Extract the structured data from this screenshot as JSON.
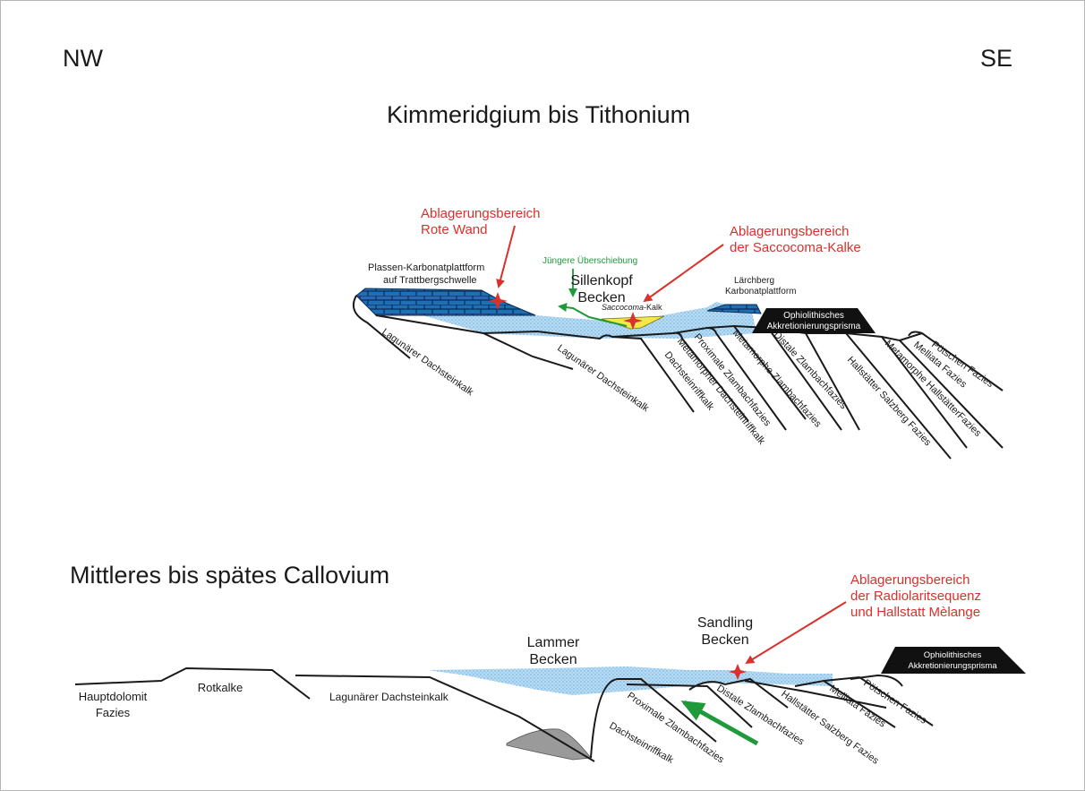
{
  "compass": {
    "left": "NW",
    "right": "SE"
  },
  "top_section": {
    "title": "Kimmeridgium bis Tithonium",
    "annotations": {
      "rote_wand_line1": "Ablagerungsbereich",
      "rote_wand_line2": "Rote Wand",
      "saccocoma_line1": "Ablagerungsbereich",
      "saccocoma_line2": "der Saccocoma-Kalke",
      "overthrust": "Jüngere Überschiebung",
      "plassen_line1": "Plassen-Karbonatplattform",
      "plassen_line2": "auf Trattbergschwelle",
      "basin_line1": "Sillenkopf",
      "basin_line2": "Becken",
      "kalk_italic": "Saccocoma",
      "kalk_suffix": "-Kalk",
      "laerchberg_line1": "Lärchberg",
      "laerchberg_line2": "Karbonatplattform",
      "prism_line1": "Ophiolithisches",
      "prism_line2": "Akkretionierungsprisma"
    },
    "units": [
      "Lagunärer Dachsteinkalk",
      "Lagunärer Dachsteinkalk",
      "Dachsteinriffkalk",
      "Metamorpher Dachsteinriffkalk",
      "Proximale Zlambachfazies",
      "Metamorphe Zlambachfazies",
      "Distale Zlambachfazies",
      "Hallstätter Salzberg Fazies",
      "Metamorphe HallstätterFazies",
      "Melliata Fazies",
      "Pötschen Fazies"
    ]
  },
  "bottom_section": {
    "title": "Mittleres bis spätes Callovium",
    "annotations": {
      "radiolarit_line1": "Ablagerungsbereich",
      "radiolarit_line2": "der Radiolaritsequenz",
      "radiolarit_line3": "und Hallstatt Mèlange",
      "sandling_line1": "Sandling",
      "sandling_line2": "Becken",
      "lammer_line1": "Lammer",
      "lammer_line2": "Becken",
      "prism_line1": "Ophiolithisches",
      "prism_line2": "Akkretionierungsprisma"
    },
    "units": [
      "Hauptdolomit",
      "Fazies",
      "Rotkalke",
      "Lagunärer Dachsteinkalk",
      "Dachsteinriffkalk",
      "Proximale Zlambachfazies",
      "Distale Zlambachfazies",
      "Hallstätter Salzberg Fazies",
      "Melliata Fazies",
      "Pötschen Fazies"
    ]
  },
  "colors": {
    "annotation_red": "#d9312b",
    "overthrust_green": "#1e9a3a",
    "basin_water": "#a9d3ef",
    "platform_blue": "#1f6fb5",
    "saccocoma_yellow": "#f2e84a",
    "prism_black": "#111111"
  }
}
